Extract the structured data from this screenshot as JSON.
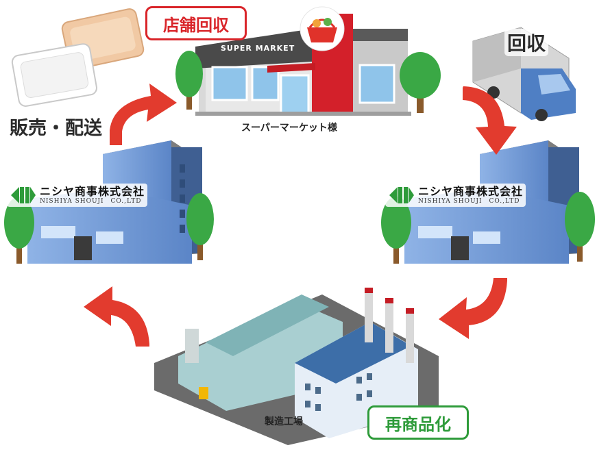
{
  "labels": {
    "store_collection": "店舗回収",
    "collection": "回収",
    "sales_delivery": "販売・配送",
    "remanufacture": "再商品化",
    "supermarket_caption": "スーパーマーケット様",
    "supermarket_sign": "SUPER MARKET",
    "factory_caption": "製造工場"
  },
  "company": {
    "name_jp": "ニシヤ商事株式会社",
    "name_en": "NISHIYA SHOUJI　CO.,LTD"
  },
  "colors": {
    "arrow": "#e23b2e",
    "accent_red": "#d9252a",
    "accent_green": "#2e9b3a",
    "building_blue": "#6f9ad6",
    "tree_green": "#3aa845"
  }
}
